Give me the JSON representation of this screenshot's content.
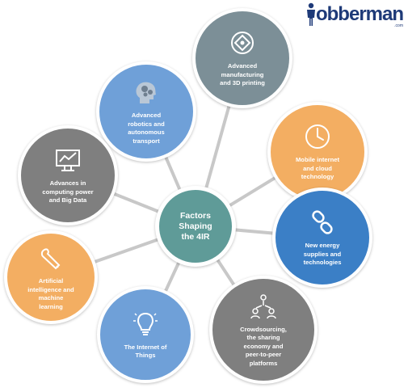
{
  "brand": {
    "name": "obberman",
    "domain": ".com",
    "color": "#1e3a78"
  },
  "center": {
    "label": "Factors Shaping the 4IR",
    "color": "#5f9b98"
  },
  "colors": {
    "gray": "#7f7f7f",
    "slate": "#7c8f97",
    "blue_light": "#6fa0d8",
    "blue_dark": "#3b7fc6",
    "orange": "#f3ae62",
    "connector": "#c8c8c8"
  },
  "factors": [
    {
      "label": "Advanced manufacturing and 3D printing",
      "icon": "target-icon",
      "color": "#7c8f97"
    },
    {
      "label": "Advanced robotics and autonomous transport",
      "icon": "head-gears-icon",
      "color": "#6fa0d8"
    },
    {
      "label": "Mobile internet and cloud technology",
      "icon": "clock-icon",
      "color": "#f3ae62"
    },
    {
      "label": "Advances in computing power and Big Data",
      "icon": "monitor-chart-icon",
      "color": "#7f7f7f"
    },
    {
      "label": "New energy supplies and technologies",
      "icon": "chain-link-icon",
      "color": "#3b7fc6"
    },
    {
      "label": "Artificial intelligence and machine learning",
      "icon": "wrench-icon",
      "color": "#f3ae62"
    },
    {
      "label": "Crowdsourcing, the sharing economy and peer-to-peer platforms",
      "icon": "people-network-icon",
      "color": "#7f7f7f"
    },
    {
      "label": "The Internet of Things",
      "icon": "lightbulb-icon",
      "color": "#6fa0d8"
    }
  ]
}
